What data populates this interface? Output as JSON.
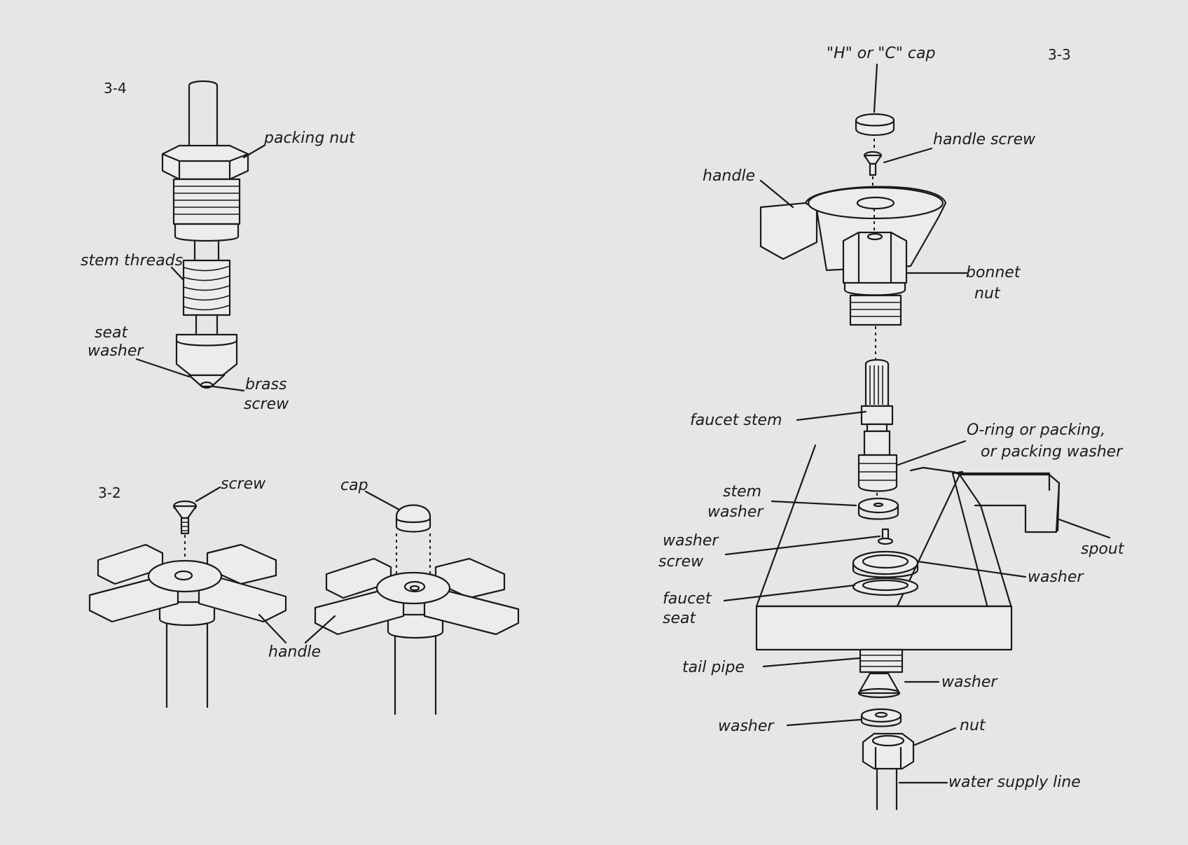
{
  "figures": {
    "fig_3_4": {
      "number": "3-4",
      "labels": {
        "packing_nut": "packing nut",
        "stem_threads": "stem threads",
        "seat_washer_1": "seat",
        "seat_washer_2": "washer",
        "brass_screw_1": "brass",
        "brass_screw_2": "screw"
      }
    },
    "fig_3_2": {
      "number": "3-2",
      "labels": {
        "screw": "screw",
        "cap": "cap",
        "handle": "handle"
      }
    },
    "fig_3_3": {
      "number": "3-3",
      "labels": {
        "hc_cap": "\"H\" or \"C\" cap",
        "handle_screw": "handle screw",
        "handle": "handle",
        "bonnet_nut_1": "bonnet",
        "bonnet_nut_2": "nut",
        "faucet_stem": "faucet stem",
        "oring_1": "O-ring or packing,",
        "oring_2": "or packing washer",
        "stem_washer_1": "stem",
        "stem_washer_2": "washer",
        "washer_screw_1": "washer",
        "washer_screw_2": "screw",
        "spout": "spout",
        "washer_a": "washer",
        "faucet_seat_1": "faucet",
        "faucet_seat_2": "seat",
        "tail_pipe": "tail pipe",
        "washer_b": "washer",
        "washer_c": "washer",
        "nut": "nut",
        "water_supply_line": "water supply line"
      }
    }
  }
}
